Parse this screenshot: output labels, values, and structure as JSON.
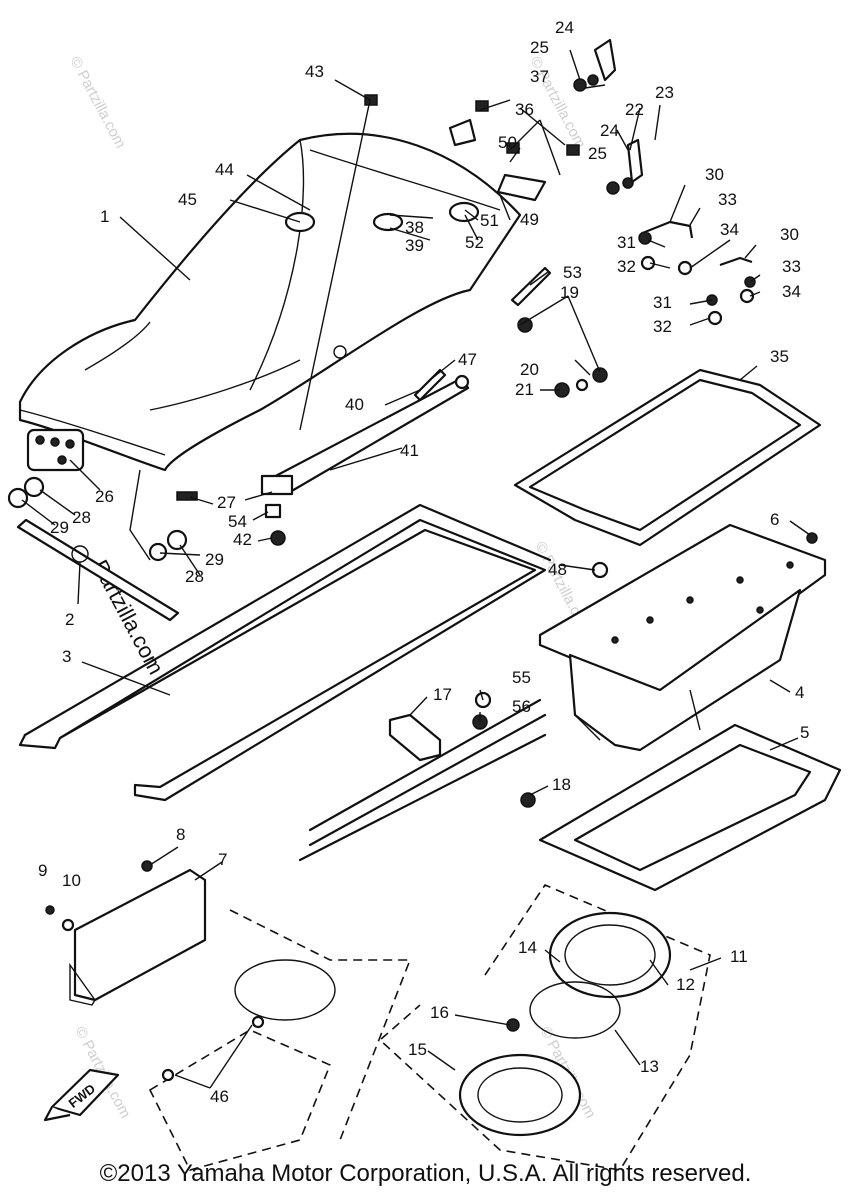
{
  "copyright": "©2013 Yamaha Motor Corporation, U.S.A. All rights reserved.",
  "watermark": "© Partzilla.com",
  "watermark_main": "Partzilla.com",
  "fwd_label": "FWD",
  "callouts": [
    "1",
    "2",
    "3",
    "4",
    "5",
    "6",
    "7",
    "8",
    "9",
    "10",
    "11",
    "12",
    "13",
    "14",
    "15",
    "16",
    "17",
    "18",
    "19",
    "20",
    "21",
    "22",
    "23",
    "24",
    "24",
    "25",
    "25",
    "26",
    "27",
    "28",
    "28",
    "29",
    "29",
    "30",
    "30",
    "31",
    "31",
    "32",
    "32",
    "33",
    "33",
    "34",
    "34",
    "35",
    "36",
    "37",
    "38",
    "39",
    "40",
    "41",
    "42",
    "43",
    "44",
    "45",
    "46",
    "47",
    "48",
    "49",
    "50",
    "51",
    "52",
    "53",
    "54",
    "55",
    "56"
  ],
  "colors": {
    "line": "#111111",
    "background": "#ffffff",
    "watermark": "#cfcfcf"
  }
}
